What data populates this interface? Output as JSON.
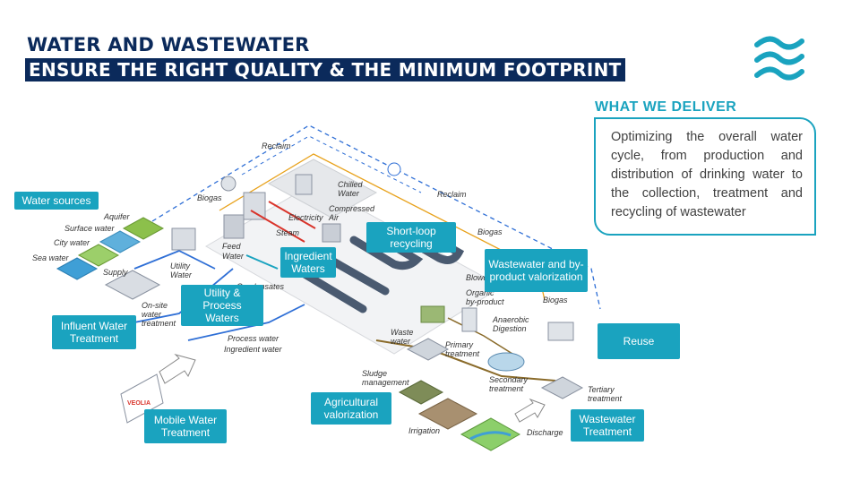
{
  "header": {
    "title_line1": "WATER AND WASTEWATER",
    "title_line2": "ENSURE THE RIGHT QUALITY & THE MINIMUM FOOTPRINT"
  },
  "deliver": {
    "title": "WHAT WE DELIVER",
    "text": "Optimizing the overall water cycle, from production and distribution of drinking water to the collection, treatment and recycling of wastewater"
  },
  "tags": {
    "water_sources": "Water sources",
    "influent": "Influent Water Treatment",
    "mobile": "Mobile Water Treatment",
    "utility_process": "Utility & Process Waters",
    "ingredient": "Ingredient Waters",
    "short_loop": "Short-loop recycling",
    "wastewater_valorization": "Wastewater and by-product valorization",
    "reuse": "Reuse",
    "agricultural": "Agricultural valorization",
    "wastewater_treatment": "Wastewater Treatment"
  },
  "labels": {
    "aquifer": "Aquifer",
    "surface_water": "Surface water",
    "city_water": "City water",
    "sea_water": "Sea water",
    "supply": "Supply",
    "utility_water": "Utility Water",
    "onsite_water": "On-site water treatment",
    "process_water": "Process water",
    "ingredient_water": "Ingredient water",
    "feed_water": "Feed Water",
    "biogas_top": "Biogas",
    "reclaim_top": "Reclaim",
    "reclaim_right": "Reclaim",
    "chilled_water": "Chilled Water",
    "compressed_air": "Compressed Air",
    "electricity": "Electricity",
    "steam": "Steam",
    "biogas_right": "Biogas",
    "biogas_right2": "Biogas",
    "blowdown": "Blowd",
    "condensates": "Condensates",
    "organic_byproduct": "Organic by-product",
    "anaerobic_digestion": "Anaerobic Digestion",
    "waste_water": "Waste water",
    "primary_treatment": "Primary treatment",
    "sludge_management": "Sludge management",
    "secondary_treatment": "Secondary treatment",
    "tertiary_treatment": "Tertiary treatment",
    "irrigation": "Irrigation",
    "discharge": "Discharge"
  },
  "colors": {
    "navy": "#0b2a5b",
    "teal": "#1aa3bf",
    "blue_pipe": "#2f6fd6",
    "red_pipe": "#d9342b",
    "brown_pipe": "#8a6b2a",
    "orange_pipe": "#e8a21c"
  }
}
